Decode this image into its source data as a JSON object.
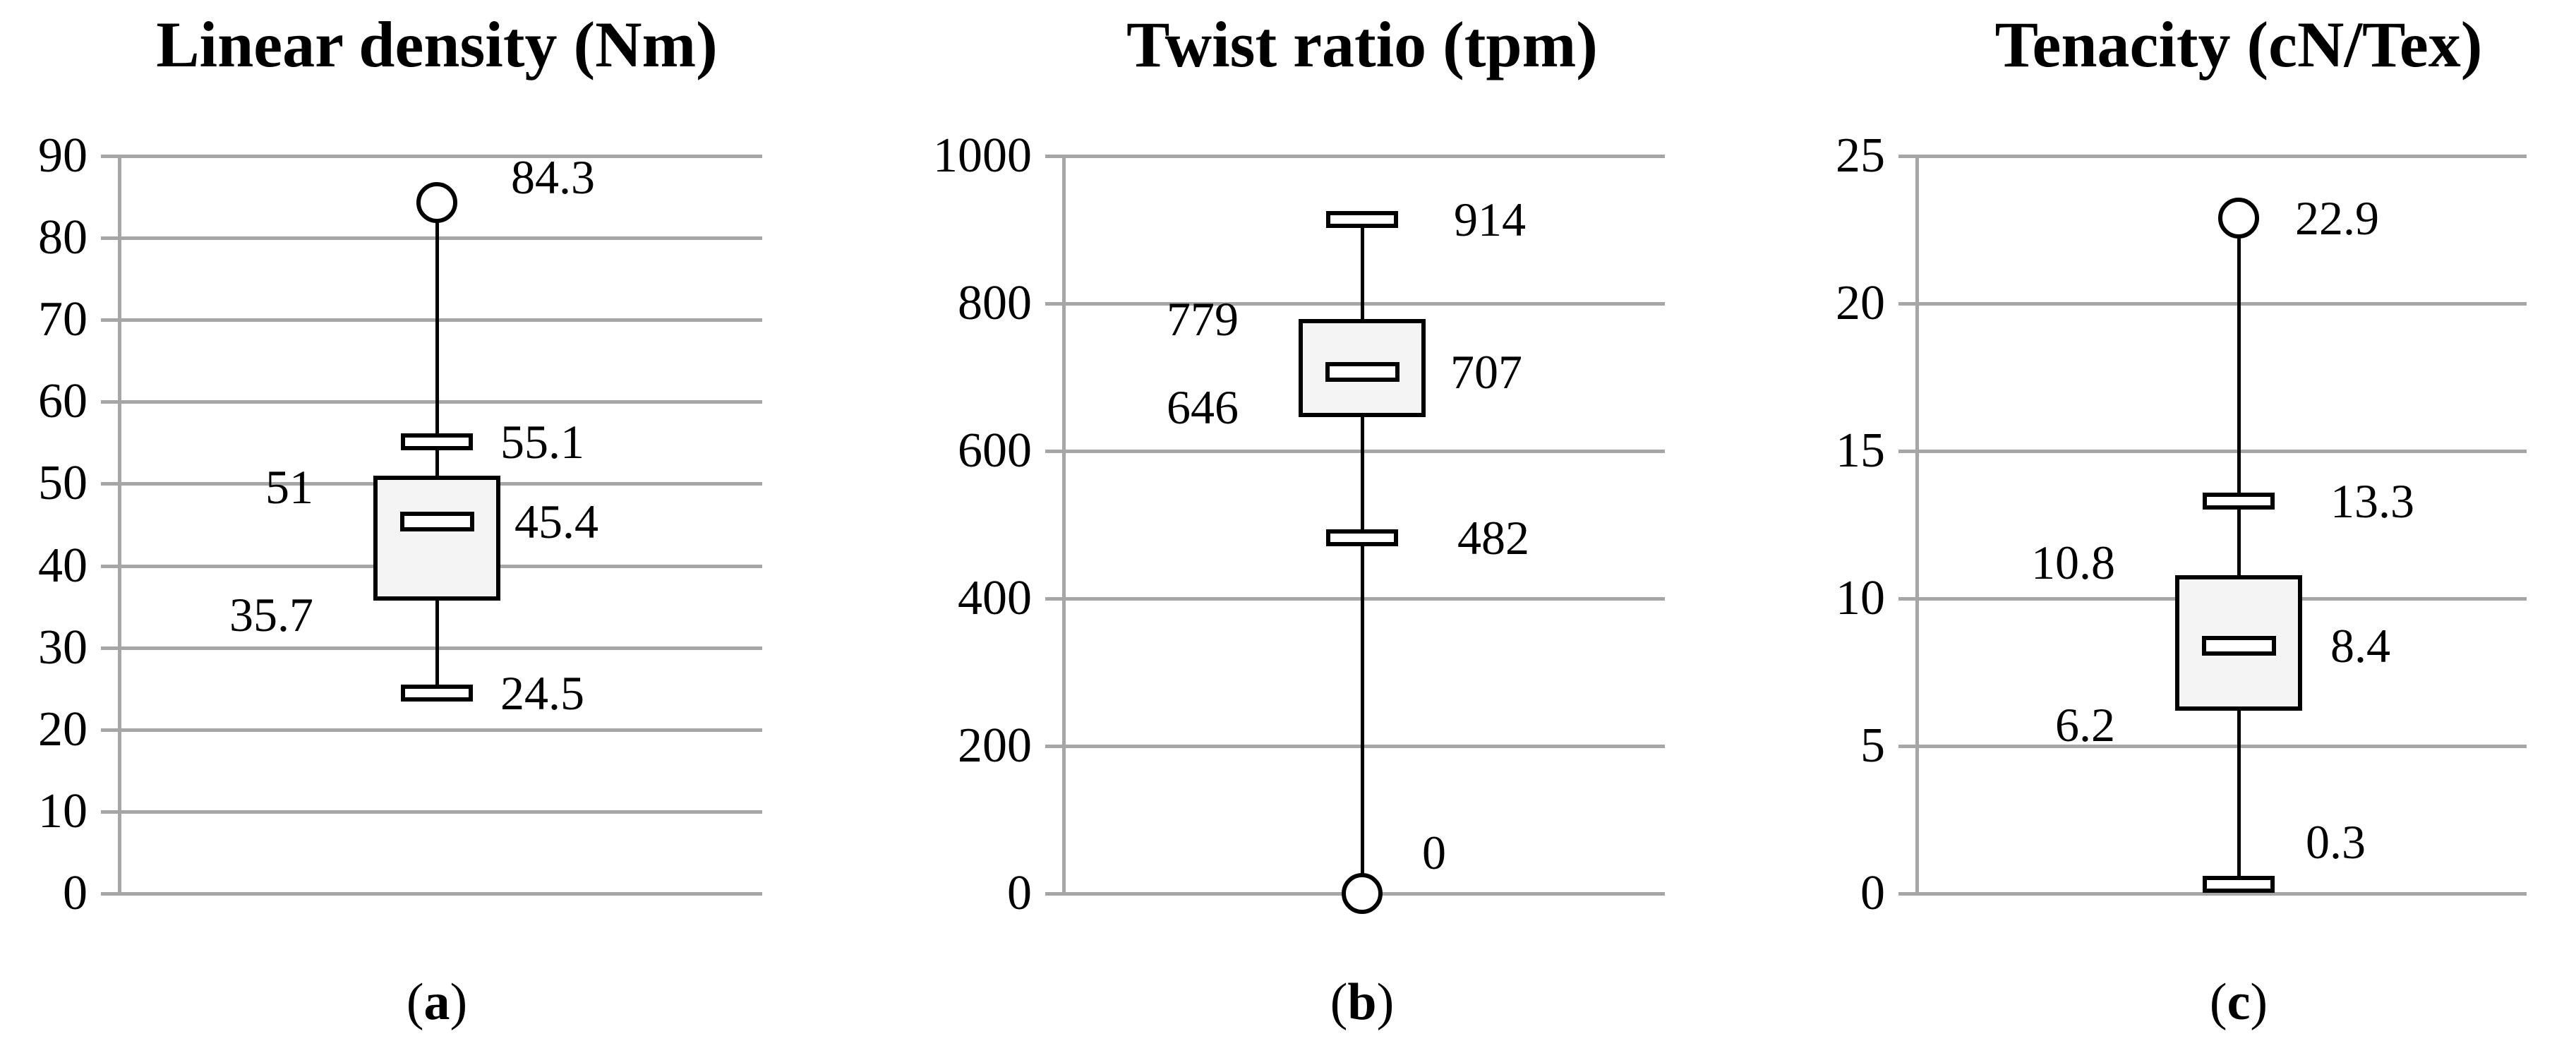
{
  "figure": {
    "background": "#ffffff",
    "colors": {
      "grid": "#a6a6a6",
      "stroke": "#000000",
      "box_fill": "#f4f4f4",
      "marker_fill": "#ffffff",
      "text": "#000000"
    }
  },
  "chart_data": [
    {
      "type": "boxplot",
      "title": "Linear density (Nm)",
      "caption": {
        "pre": "(",
        "letter": "a",
        "post": ")"
      },
      "ylim": [
        0,
        90
      ],
      "yticks": [
        90,
        80,
        70,
        60,
        50,
        40,
        30,
        20,
        10,
        0
      ],
      "grid": true,
      "stats": {
        "whisker_low": 24.5,
        "q1": 35.7,
        "median": 45.4,
        "q3": 51,
        "whisker_high": 55.1,
        "outliers": [
          84.3
        ]
      },
      "annotations": [
        {
          "text": "84.3",
          "value": 84.3,
          "side": "right",
          "dx": 105,
          "dy": -36
        },
        {
          "text": "55.1",
          "value": 55.1,
          "side": "right",
          "dx": 90,
          "dy": 0
        },
        {
          "text": "51",
          "value": 51,
          "side": "left",
          "dx": 0,
          "dy": 16
        },
        {
          "text": "45.4",
          "value": 45.4,
          "side": "right",
          "dx": 110,
          "dy": 0
        },
        {
          "text": "35.7",
          "value": 35.7,
          "side": "left",
          "dx": 0,
          "dy": 20
        },
        {
          "text": "24.5",
          "value": 24.5,
          "side": "right",
          "dx": 90,
          "dy": 0
        }
      ]
    },
    {
      "type": "boxplot",
      "title": "Twist ratio (tpm)",
      "caption": {
        "pre": "(",
        "letter": "b",
        "post": ")"
      },
      "ylim": [
        0,
        1000
      ],
      "yticks": [
        1000,
        800,
        600,
        400,
        200,
        0
      ],
      "grid": true,
      "stats": {
        "whisker_low": 482,
        "q1": 646,
        "median": 707,
        "q3": 779,
        "whisker_high": 914,
        "outliers": [
          0
        ]
      },
      "annotations": [
        {
          "text": "914",
          "value": 914,
          "side": "right",
          "dx": 130,
          "dy": 0
        },
        {
          "text": "779",
          "value": 779,
          "side": "left",
          "dx": 0,
          "dy": 0
        },
        {
          "text": "707",
          "value": 707,
          "side": "right",
          "dx": 125,
          "dy": 0
        },
        {
          "text": "646",
          "value": 646,
          "side": "left",
          "dx": 0,
          "dy": -14
        },
        {
          "text": "482",
          "value": 482,
          "side": "right",
          "dx": 135,
          "dy": 0
        },
        {
          "text": "0",
          "value": 0,
          "side": "right",
          "dx": 85,
          "dy": -58
        }
      ]
    },
    {
      "type": "boxplot",
      "title": "Tenacity (cN/Tex)",
      "caption": {
        "pre": "(",
        "letter": "c",
        "post": ")"
      },
      "ylim": [
        0,
        25
      ],
      "yticks": [
        25,
        20,
        15,
        10,
        5,
        0
      ],
      "grid": true,
      "stats": {
        "whisker_low": 0.3,
        "q1": 6.2,
        "median": 8.4,
        "q3": 10.8,
        "whisker_high": 13.3,
        "outliers": [
          22.9
        ]
      },
      "annotations": [
        {
          "text": "22.9",
          "value": 22.9,
          "side": "right",
          "dx": 80,
          "dy": 0
        },
        {
          "text": "13.3",
          "value": 13.3,
          "side": "right",
          "dx": 130,
          "dy": 0
        },
        {
          "text": "10.8",
          "value": 10.8,
          "side": "left",
          "dx": 0,
          "dy": -18
        },
        {
          "text": "8.4",
          "value": 8.4,
          "side": "right",
          "dx": 130,
          "dy": 0
        },
        {
          "text": "6.2",
          "value": 6.2,
          "side": "left",
          "dx": 0,
          "dy": 20
        },
        {
          "text": "0.3",
          "value": 0.3,
          "side": "right",
          "dx": 95,
          "dy": -60
        }
      ]
    }
  ]
}
